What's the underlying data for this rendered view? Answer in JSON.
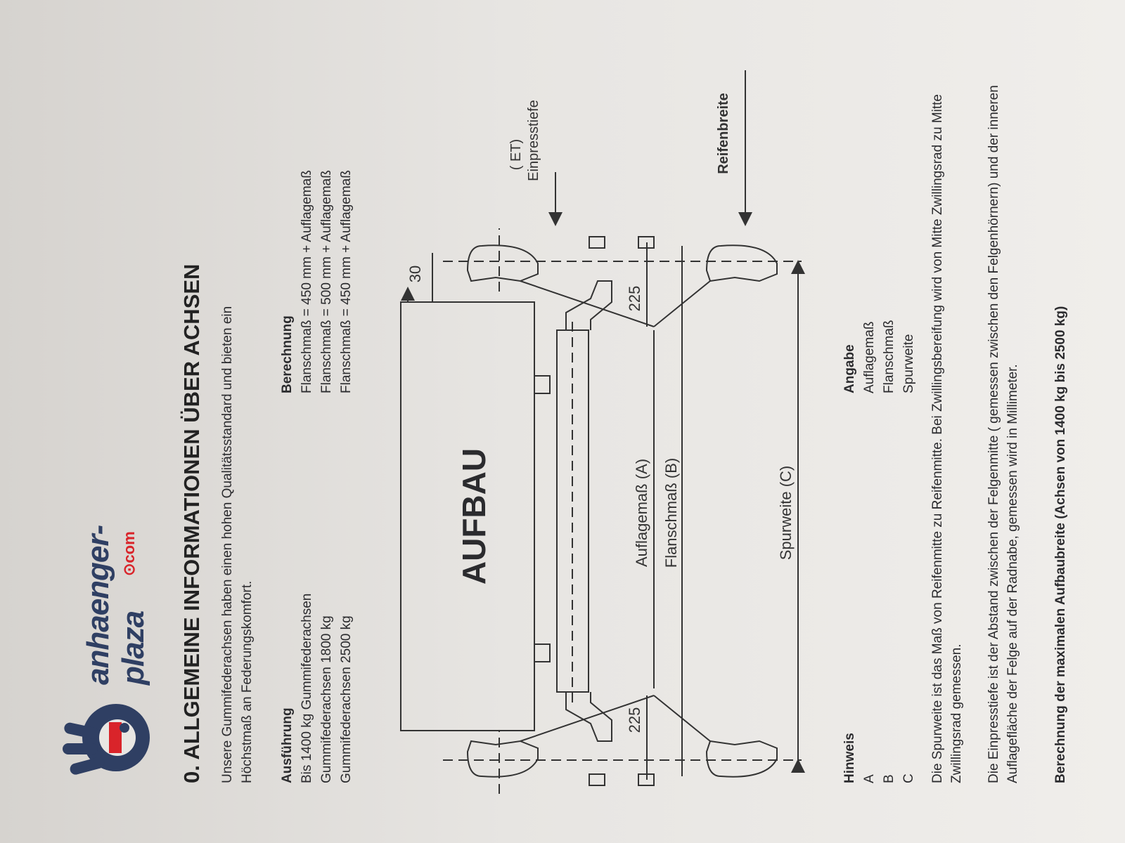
{
  "brand": {
    "name": "anhaenger-plaza",
    "sub": "com"
  },
  "title": "0. ALLGEMEINE INFORMATIONEN ÜBER ACHSEN",
  "intro": "Unsere Gummifederachsen haben einen hohen Qualitätsstandard und bieten ein Höchstmaß an Federungskomfort.",
  "ausfuehrung": {
    "header": "Ausführung",
    "rows": [
      "Bis 1400 kg Gummifederachsen",
      "Gummifederachsen 1800 kg",
      "Gummifederachsen 2500 kg"
    ]
  },
  "berechnung": {
    "header": "Berechnung",
    "rows": [
      "Flanschmaß = 450 mm + Auflagemaß",
      "Flanschmaß = 500 mm + Auflagemaß",
      "Flanschmaß = 450 mm + Auflagemaß"
    ]
  },
  "diagram": {
    "aufbau": "AUFBAU",
    "dim_30": "30",
    "dim_225_left": "225",
    "dim_225_right": "225",
    "auflagemass": "Auflagemaß (A)",
    "flanschmass": "Flanschmaß (B)",
    "spurweite": "Spurweite (C)",
    "et": "( ET)",
    "einpresstiefe": "Einpresstiefe",
    "reifenbreite": "Reifenbreite"
  },
  "hinweis": {
    "header": "Hinweis",
    "rows": [
      "A",
      "B",
      "C"
    ]
  },
  "angabe": {
    "header": "Angabe",
    "rows": [
      "Auflagemaß",
      "Flanschmaß",
      "Spurweite"
    ]
  },
  "para_spurweite": "Die Spurweite ist das Maß von Reifenmitte zu Reifenmitte. Bei Zwillingsbereifung wird von Mitte Zwillingsrad zu Mitte Zwillingsrad gemessen.",
  "para_einpresstiefe": "Die Einpresstiefe ist der Abstand zwischen der Felgenmitte ( gemessen zwischen den Felgenhörnern) und der inneren Auflagefläche der Felge auf der Radnabe, gemessen wird in Millimeter.",
  "para_berechnung": "Berechnung der maximalen Aufbaubreite (Achsen von 1400 kg bis 2500 kg)",
  "colors": {
    "brand_blue": "#2f3f63",
    "brand_red": "#d9242a",
    "ink": "#2b2b2e"
  }
}
